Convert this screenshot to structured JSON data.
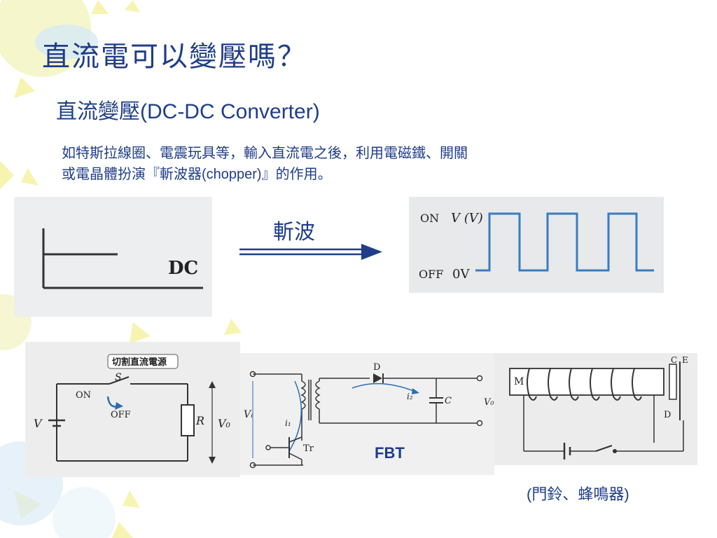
{
  "slide": {
    "title": "直流電可以變壓嗎？",
    "subtitle": "直流變壓(DC-DC Converter)",
    "body_lines": [
      "如特斯拉線圈、電震玩具等，輸入直流電之後，利用電磁鐵、開關",
      "或電晶體扮演『斬波器(chopper)』的作用。"
    ]
  },
  "figures": {
    "dc": {
      "label": "DC"
    },
    "chop_arrow": {
      "label": "斬波"
    },
    "waveform": {
      "on_label": "ON",
      "off_label": "OFF",
      "v_label": "V (V)",
      "zero_label": "0V"
    },
    "switch_circuit": {
      "tag": "切割直流電源",
      "switch_label": "S",
      "on_label": "ON",
      "off_label": "OFF",
      "source_label": "V",
      "resistor_label": "R",
      "output_label": "V₀"
    },
    "fbt_circuit": {
      "input_label": "Vᵢ",
      "diode_label": "D",
      "current_i1": "i₁",
      "current_i2": "i₂",
      "cap_label": "C",
      "output_label": "V₀",
      "transistor_label": "Tr",
      "caption": "FBT"
    },
    "bell_circuit": {
      "m_label": "M",
      "c_label": "C",
      "e_label": "E",
      "d_label": "D",
      "caption": "(門鈴、蜂鳴器)"
    }
  },
  "colors": {
    "title": "#1f3d88",
    "arrow": "#1f3d88",
    "waveform": "#3a7cc0",
    "decor_yellow": "#f4f0a0",
    "decor_blue": "#dcebf6"
  }
}
